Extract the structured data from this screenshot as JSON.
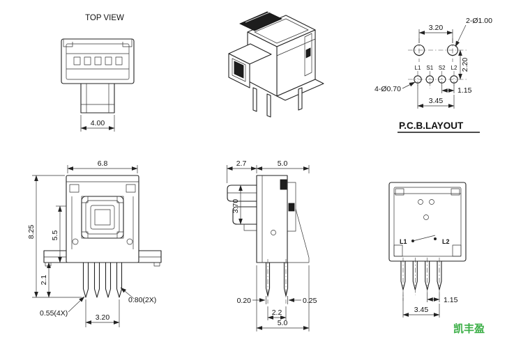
{
  "views": {
    "top_view": {
      "label": "TOP VIEW",
      "dims": {
        "plug_width": "4.00"
      }
    },
    "pcb_layout": {
      "title": "P.C.B.LAYOUT",
      "pins": [
        "L1",
        "S1",
        "S2",
        "L2"
      ],
      "dims": {
        "led_hole_pitch": "3.20",
        "led_hole_callout": "2-Ø1.00",
        "row_spacing": "2.20",
        "signal_hole_callout": "4-Ø0.70",
        "signal_hole_pitch": "1.15",
        "signal_hole_span": "3.45"
      }
    },
    "front_view": {
      "dims": {
        "body_width": "6.8",
        "total_height": "8.25",
        "body_height": "5.5",
        "pin_length": "2.1",
        "pin_width": "0.55(4X)",
        "pin_span": "3.20",
        "tab_width": "0.80(2X)"
      }
    },
    "side_view": {
      "dims": {
        "front_depth": "2.7",
        "body_depth": "5.0",
        "slot_height": "3.70",
        "pin_front_offset": "0.20",
        "pin_back_offset": "0.25",
        "pin_pitch": "2.2",
        "base_depth": "5.0"
      }
    },
    "back_view": {
      "labels": [
        "L1",
        "L2"
      ],
      "dims": {
        "pin_pitch": "1.15",
        "pin_span": "3.45"
      }
    }
  },
  "watermark": "凯丰盈",
  "colors": {
    "line": "#222222",
    "watermark_green": "#3aae45"
  }
}
